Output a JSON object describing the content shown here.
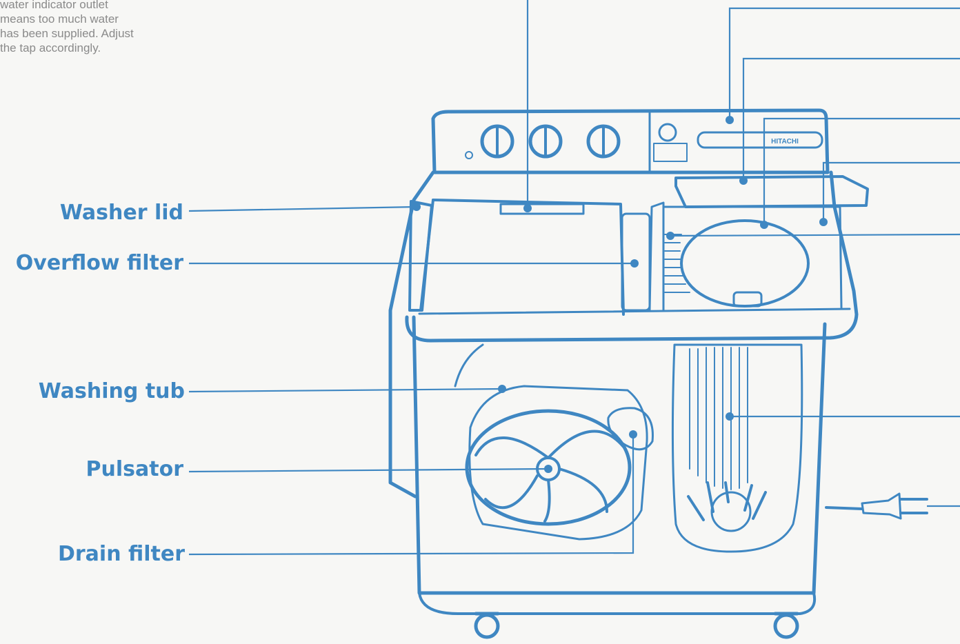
{
  "note": {
    "lines": [
      "water indicator outlet",
      "means too much water",
      "has been supplied. Adjust",
      "the tap accordingly."
    ]
  },
  "labels": {
    "washer_lid": "Washer lid",
    "overflow_filter": "Overflow filter",
    "washing_tub": "Washing tub",
    "pulsator": "Pulsator",
    "drain_filter": "Drain filter"
  },
  "brand": "HITACHI",
  "colors": {
    "line": "#3f87c2",
    "label": "#3f87c2",
    "note": "#8a8a8a",
    "background": "#f7f7f5"
  }
}
